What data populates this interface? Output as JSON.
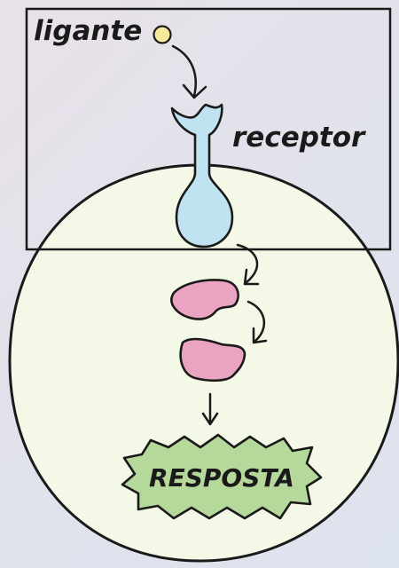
{
  "labels": {
    "ligand": "ligante",
    "receptor": "receptor",
    "response": "RESPOSTA"
  },
  "colors": {
    "cell_fill": "#f4f8e6",
    "receptor_fill": "#bfe3f1",
    "protein_fill": "#eaa3c1",
    "response_fill": "#b5d89b",
    "ligand_fill": "#f5ea9c",
    "outline": "#1a1a1a"
  }
}
